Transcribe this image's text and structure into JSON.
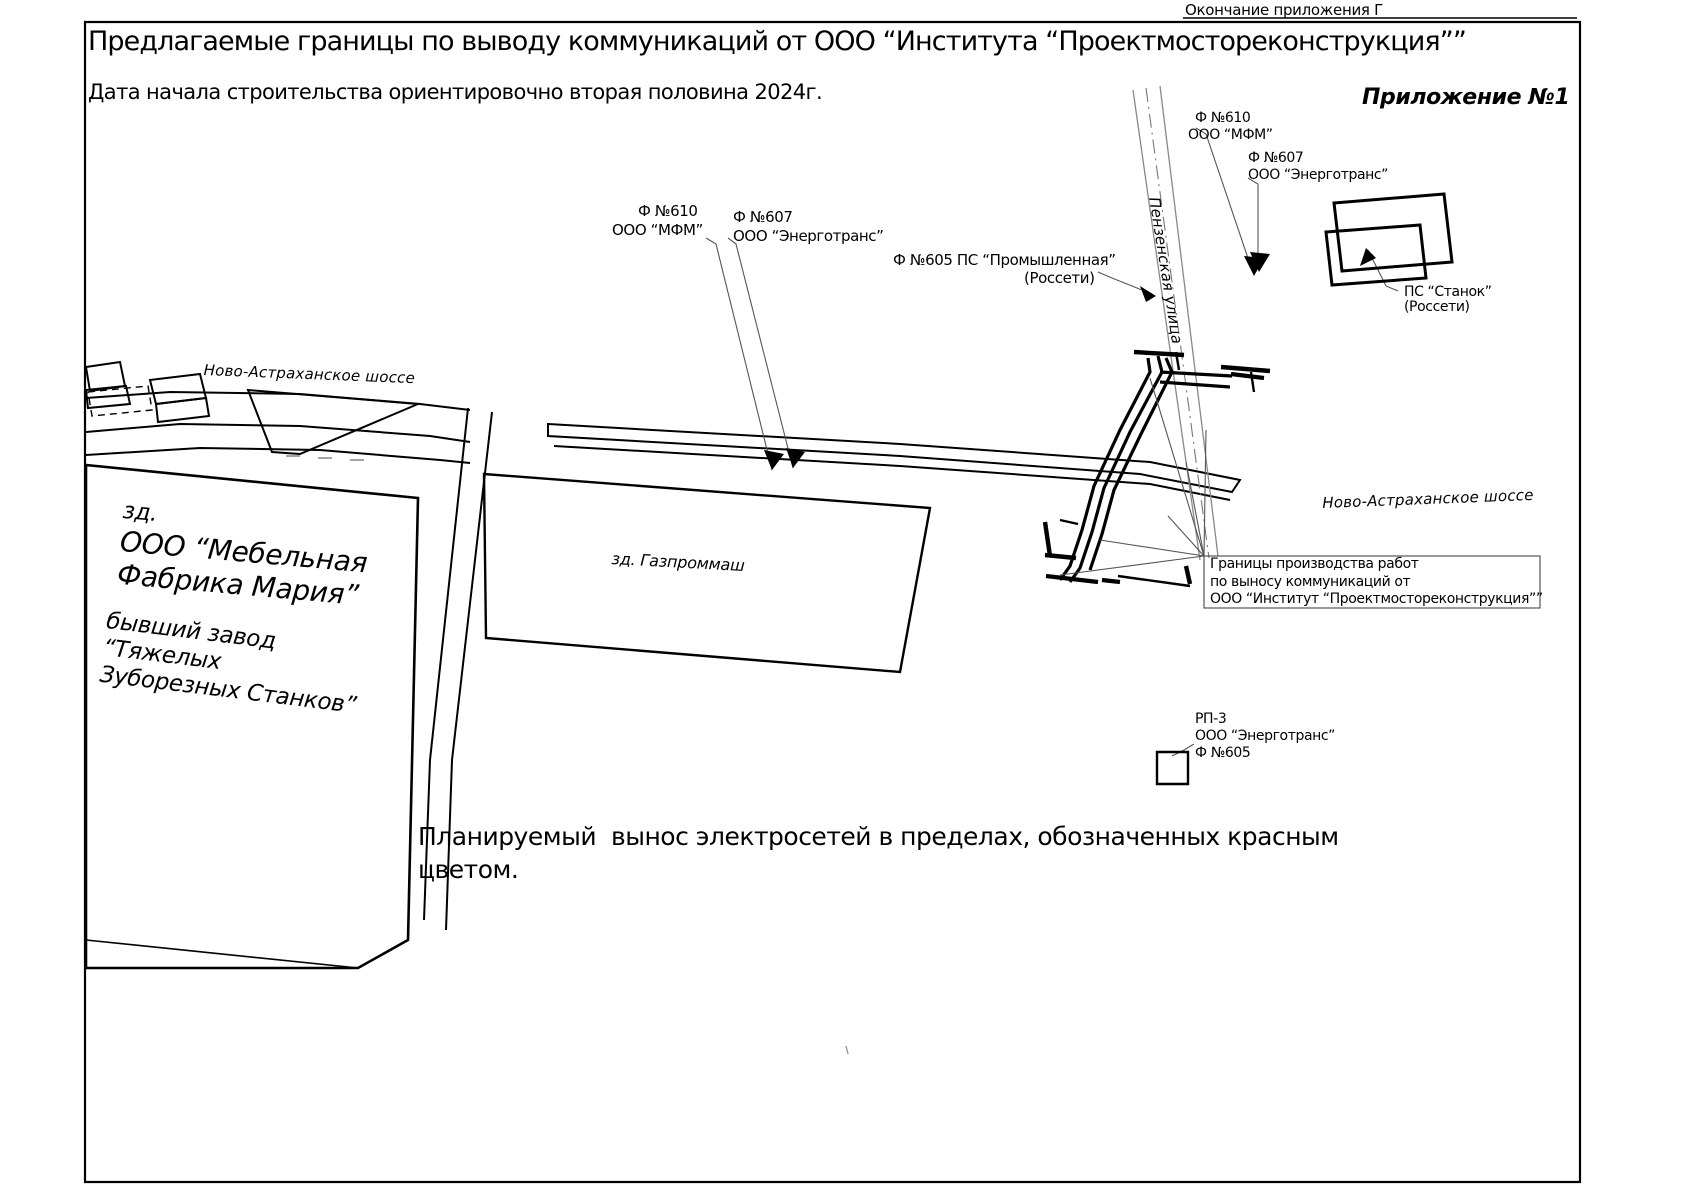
{
  "header": {
    "continuation_note": "Окончание приложения Г",
    "title": "Предлагаемые границы по выводу коммуникаций от ООО “Института “Проектмостореконструкция””",
    "subtitle": "Дата начала строительства ориентировочно вторая половина 2024г.",
    "appendix_label": "Приложение №1"
  },
  "callouts": {
    "left_610": {
      "line1": "Ф №610",
      "line2": "ООО “МФМ”"
    },
    "left_607": {
      "line1": "Ф №607",
      "line2": "ООО “Энерготранс”"
    },
    "center_605": {
      "line1": "Ф №605 ПС “Промышленная”",
      "line2": "(Россети)"
    },
    "right_610": {
      "line1": "Ф №610",
      "line2": "ООО “МФМ”"
    },
    "right_607": {
      "line1": "Ф №607",
      "line2": "ООО “Энерготранс”"
    },
    "ps_stanok": {
      "line1": "ПС “Станок”",
      "line2": "(Россети)"
    },
    "rp3": {
      "line1": "РП-3",
      "line2": "ООО “Энерготранс”",
      "line3": "Ф №605"
    }
  },
  "roads": {
    "novo_astrahanskoe_left": "Ново-Астраханское шоссе",
    "novo_astrahanskoe_right": "Ново-Астраханское шоссе",
    "penzenskaya": "Пензенская улица"
  },
  "buildings": {
    "mebelnaya": {
      "line0": "зд.",
      "line1": "ООО “Мебельная",
      "line2": "Фабрика Мария”",
      "sub1": "бывший завод",
      "sub2": "“Тяжелых",
      "sub3": "Зуборезных Станков”"
    },
    "gazprommash": "зд. Газпроммаш"
  },
  "legend_box": {
    "line1": "Границы производства работ",
    "line2": "по выносу коммуникаций от",
    "line3": "ООО “Институт “Проектмостореконструкция””"
  },
  "bottom_note": {
    "line1": "Планируемый  вынос электросетей в пределах, обозначенных красным",
    "line2": "цветом."
  },
  "colors": {
    "ink": "#000000",
    "thin": "#555555",
    "paper": "#ffffff"
  }
}
